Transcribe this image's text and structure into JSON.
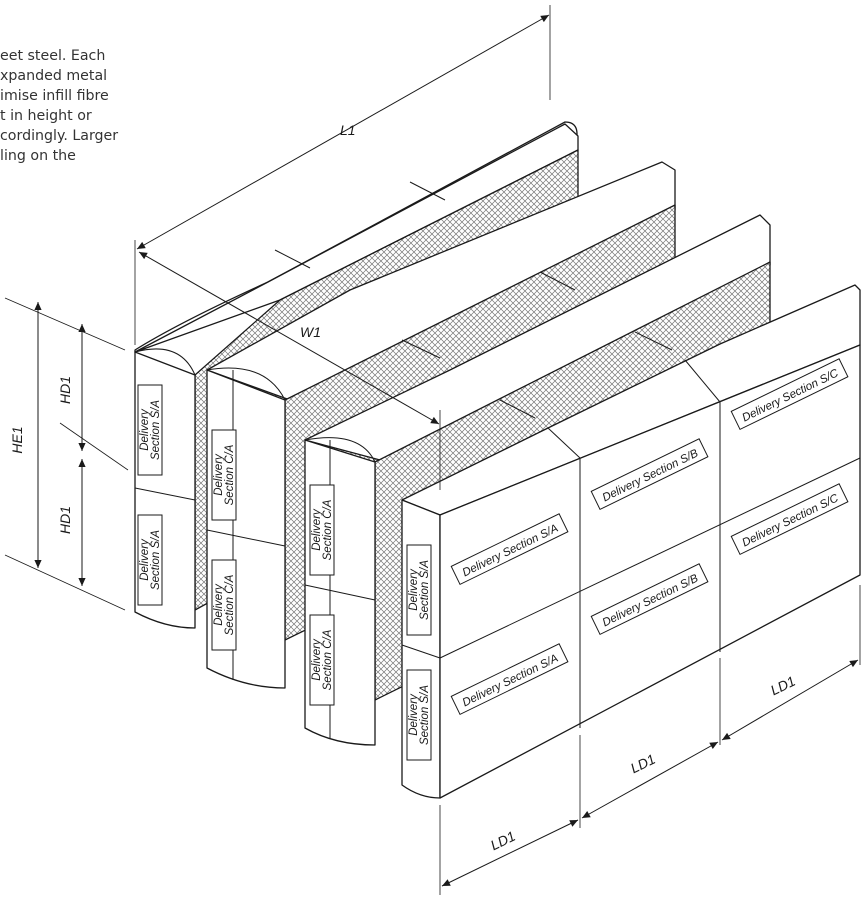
{
  "description_lines": [
    "eet steel. Each",
    "xpanded metal",
    "imise infill fibre",
    "t in height or",
    "cordingly. Larger",
    "ling on the"
  ],
  "dimensions": {
    "length": "L1",
    "width": "W1",
    "height_total": "HE1",
    "height_section": "HD1",
    "length_section": "LD1"
  },
  "section_labels": {
    "sa": "Delivery Section S/A",
    "sb": "Delivery Section S/B",
    "sc": "Delivery Section S/C",
    "ca": "Delivery Section C/A",
    "stacked_word": "Delivery",
    "stacked_sa": "Section S/A",
    "stacked_ca": "Section C/A"
  }
}
